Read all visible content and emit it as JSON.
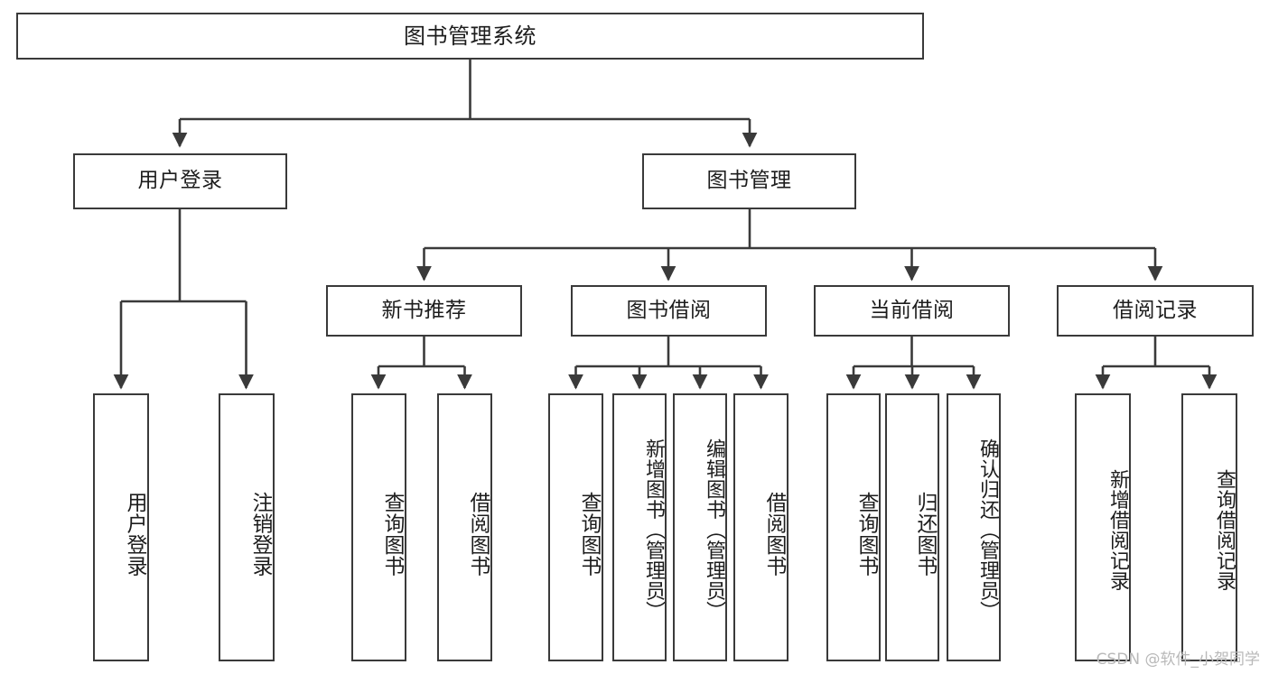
{
  "diagram": {
    "title": "图书管理系统",
    "type": "tree-hierarchy-diagram",
    "watermark": "CSDN @软件_小贺同学",
    "colors": {
      "stroke": "#3a3a3a",
      "fill": "#ffffff",
      "text": "#1d1d1d",
      "watermark": "#b9b9b9"
    },
    "root": {
      "label": "图书管理系统"
    },
    "level2": [
      {
        "id": "user-login",
        "label": "用户登录"
      },
      {
        "id": "book-manage",
        "label": "图书管理"
      }
    ],
    "level3": [
      {
        "id": "new-book-rec",
        "label": "新书推荐",
        "parent": "book-manage"
      },
      {
        "id": "book-borrow",
        "label": "图书借阅",
        "parent": "book-manage"
      },
      {
        "id": "current-borrow",
        "label": "当前借阅",
        "parent": "book-manage"
      },
      {
        "id": "borrow-record",
        "label": "借阅记录",
        "parent": "book-manage"
      }
    ],
    "leaves": {
      "user-login": [
        {
          "id": "leaf-user-login",
          "label": "用户登录"
        },
        {
          "id": "leaf-user-logout",
          "label": "注销登录"
        }
      ],
      "new-book-rec": [
        {
          "id": "leaf-query-book-1",
          "label": "查询图书"
        },
        {
          "id": "leaf-borrow-book-1",
          "label": "借阅图书"
        }
      ],
      "book-borrow": [
        {
          "id": "leaf-query-book-2",
          "label": "查询图书"
        },
        {
          "id": "leaf-add-book",
          "label": "新增图书（管理员）"
        },
        {
          "id": "leaf-edit-book",
          "label": "编辑图书（管理员）"
        },
        {
          "id": "leaf-borrow-book-2",
          "label": "借阅图书"
        }
      ],
      "current-borrow": [
        {
          "id": "leaf-query-book-3",
          "label": "查询图书"
        },
        {
          "id": "leaf-return-book",
          "label": "归还图书"
        },
        {
          "id": "leaf-confirm-return",
          "label": "确认归还（管理员）"
        }
      ],
      "borrow-record": [
        {
          "id": "leaf-add-record",
          "label": "新增借阅记录"
        },
        {
          "id": "leaf-query-record",
          "label": "查询借阅记录"
        }
      ]
    }
  }
}
